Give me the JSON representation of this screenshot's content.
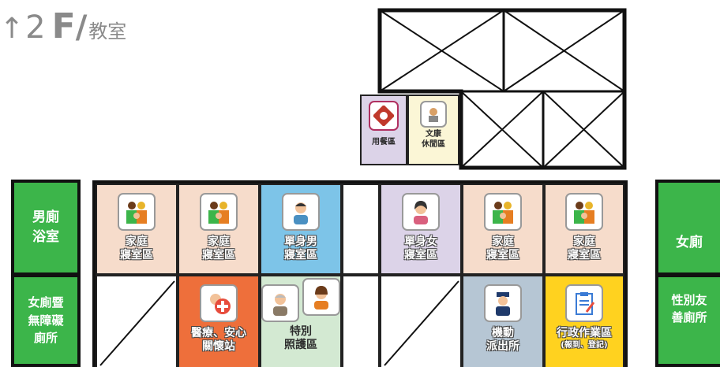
{
  "title": {
    "arrow": "↑",
    "floor_num": "2",
    "floor_letter": "F",
    "slash": "/",
    "room": "教室"
  },
  "rooms": {
    "dining": "用餐區",
    "leisure_1": "文康",
    "leisure_2": "休閒區",
    "men_toilet_1": "男廁",
    "men_toilet_2": "浴室",
    "women_access_1": "女廁暨",
    "women_access_2": "無障礙",
    "women_access_3": "廁所",
    "women_toilet": "女廁",
    "gender_friendly_1": "性別友",
    "gender_friendly_2": "善廁所",
    "family_1": "家庭",
    "family_2": "寢室區",
    "single_male_1": "單身男",
    "single_male_2": "寢室區",
    "single_female_1": "單身女",
    "single_female_2": "寢室區",
    "medical_1": "醫療、安心",
    "medical_2": "關懷站",
    "special_1": "特別",
    "special_2": "照護區",
    "police_1": "機動",
    "police_2": "派出所",
    "admin_1": "行政作業區",
    "admin_2": "(報到、登記)"
  },
  "colors": {
    "green": "#3cb54a",
    "peach": "#f6dccb",
    "blue": "#7dc4e8",
    "lavender": "#dcd3e8",
    "orange": "#ee6f3b",
    "mint": "#d3e9d2",
    "grey_blue": "#b6c6d4",
    "yellow": "#ffd21f"
  },
  "icons": [
    "family-icon",
    "male-person-icon",
    "female-person-icon",
    "medical-cross-icon",
    "elderly-icon",
    "police-icon",
    "clipboard-icon",
    "dining-icon",
    "recreation-icon"
  ]
}
